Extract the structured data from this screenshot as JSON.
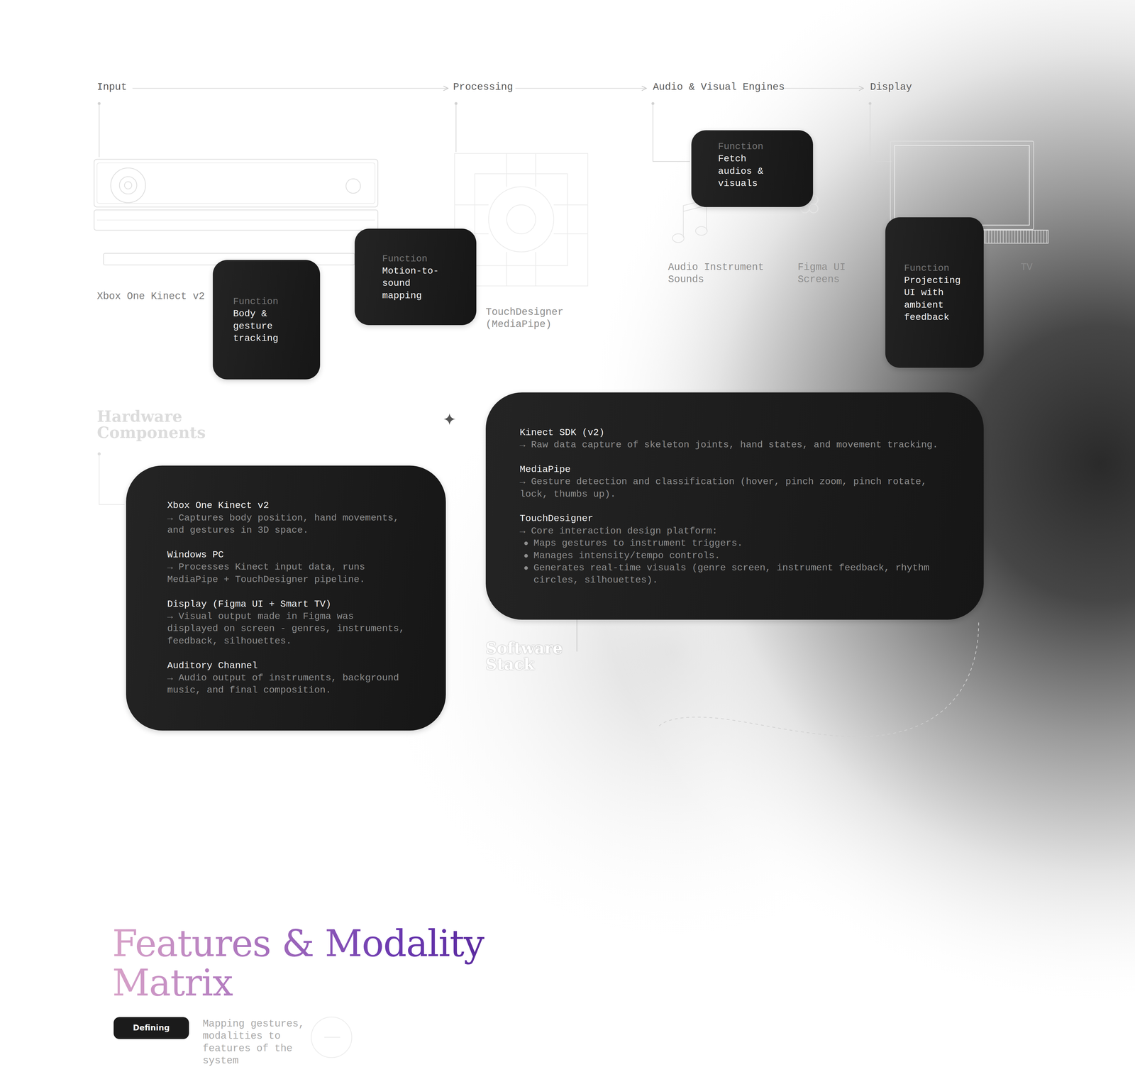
{
  "diagram": {
    "title": "Features & Modality Matrix",
    "nodes": [
      {
        "text": [
          "Function",
          "Body & gesture tracking"
        ]
      },
      {
        "text": [
          "Function",
          "Motion-to-sound mapping"
        ]
      },
      {
        "text": [
          "Function",
          "Fetch audios & visuals"
        ]
      },
      {
        "text": [
          "Function",
          "Projecting UI with ambient feedback"
        ]
      },
      {
        "text": [
          "Xbox One Kinect v2",
          "→ Captures body position, hand movements, and gestures in 3D space.",
          "Windows PC",
          "→ Processes Kinect input data, runs MediaPipe + TouchDesigner pipeline.",
          "Display (Figma UI + Smart TV)",
          "→ Visual output made in Figma was displayed on screen - genres, instruments, feedback, silhouettes.",
          "Auditory Channel",
          "→ Audio output of instruments, background music, and final composition."
        ]
      },
      {
        "text": [
          "Kinect SDK (v2)",
          "→ Raw data capture of skeleton joints, hand states, and movement tracking.",
          "MediaPipe",
          "→ Gesture detection and classification (hover, pinch zoom, pinch rotate, lock, thumbs up).",
          "TouchDesigner",
          "→ Core interaction design platform:",
          "Maps gestures to instrument triggers.",
          "Manages intensity/tempo controls.",
          "Generates real-time visuals (genre screen, instrument feedback, rhythm circles, silhouettes)."
        ]
      },
      {
        "text": [
          "Defining"
        ]
      }
    ],
    "labels": [
      "Input",
      "Processing",
      "Audio & Visual Engines",
      "Display",
      "Xbox One Kinect v2",
      "TouchDesigner (MediaPipe)",
      "Audio Instrument Sounds",
      "Figma UI Screens",
      "TV",
      "Hardware Components",
      "Software Stack",
      "Mapping gestures, modalities to features of the system"
    ]
  }
}
